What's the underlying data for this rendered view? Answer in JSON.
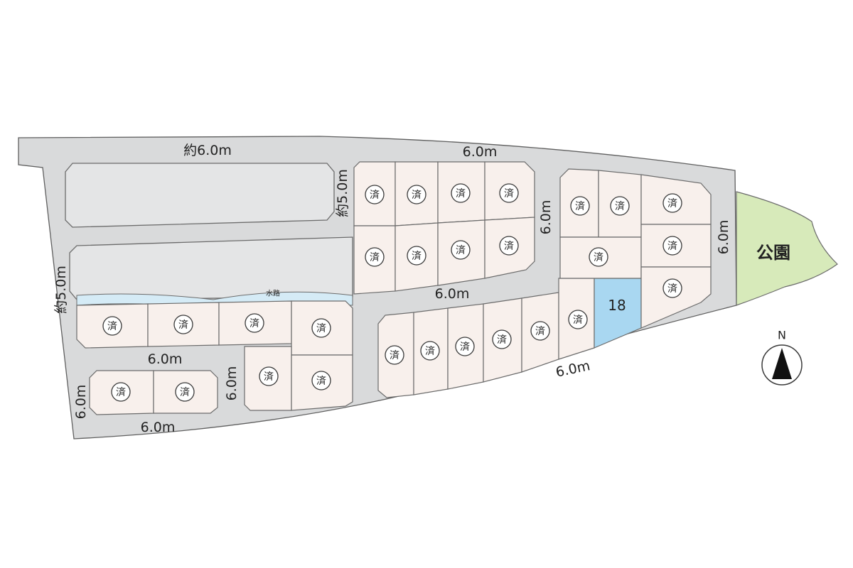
{
  "map": {
    "sold_mark": "済",
    "available_lot": {
      "number": "18",
      "color": "#a9d7f1"
    },
    "park_label": "公園",
    "waterway_label": "水路",
    "north_label": "N",
    "road_labels": {
      "top_left": "約6.0m",
      "top_right": "6.0m",
      "left_vertical": "約5.0m",
      "mid_vertical": "約5.0m",
      "right_vertical_a": "6.0m",
      "right_vertical_b": "6.0m",
      "center_horizontal": "6.0m",
      "left_middle": "6.0m",
      "bottom_left": "6.0m",
      "bottom_right_diag": "6.0m",
      "small_vertical_left": "6.0m",
      "small_vertical_mid": "6.0m"
    },
    "colors": {
      "road": "#d9dadb",
      "block": "#e4e5e6",
      "lot": "#f8f0ec",
      "park": "#d7eaba",
      "water": "#d5ebf6"
    }
  }
}
